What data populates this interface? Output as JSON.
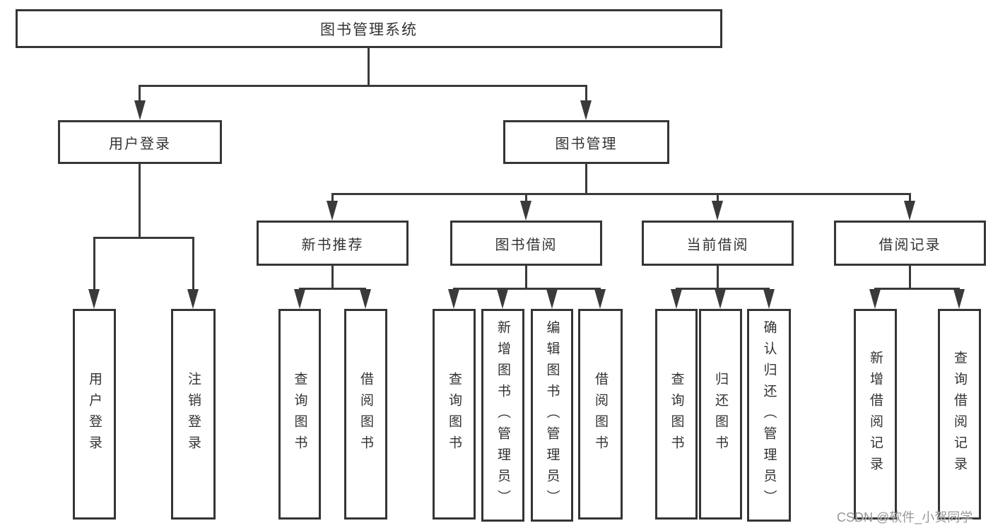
{
  "diagram": {
    "nodes": {
      "root": "图书管理系统",
      "user_login": "用户登录",
      "book_mgmt": "图书管理",
      "new_book_rec": "新书推荐",
      "book_borrow": "图书借阅",
      "current_borrow": "当前借阅",
      "borrow_records": "借阅记录",
      "leaf_user_login": "用户登录",
      "leaf_logout": "注销登录",
      "leaf_nb_query": "查询图书",
      "leaf_nb_borrow": "借阅图书",
      "leaf_bb_query": "查询图书",
      "leaf_bb_add": "新增图书（管理员）",
      "leaf_bb_edit": "编辑图书（管理员）",
      "leaf_bb_borrow": "借阅图书",
      "leaf_cb_query": "查询图书",
      "leaf_cb_return": "归还图书",
      "leaf_cb_confirm": "确认归还（管理员）",
      "leaf_br_add": "新增借阅记录",
      "leaf_br_query": "查询借阅记录"
    },
    "watermark": "CSDN @软件_小贺同学",
    "colors": {
      "line": "#3a3a3a",
      "border": "#353535",
      "text": "#333333",
      "watermark": "#8c8c8c"
    }
  }
}
